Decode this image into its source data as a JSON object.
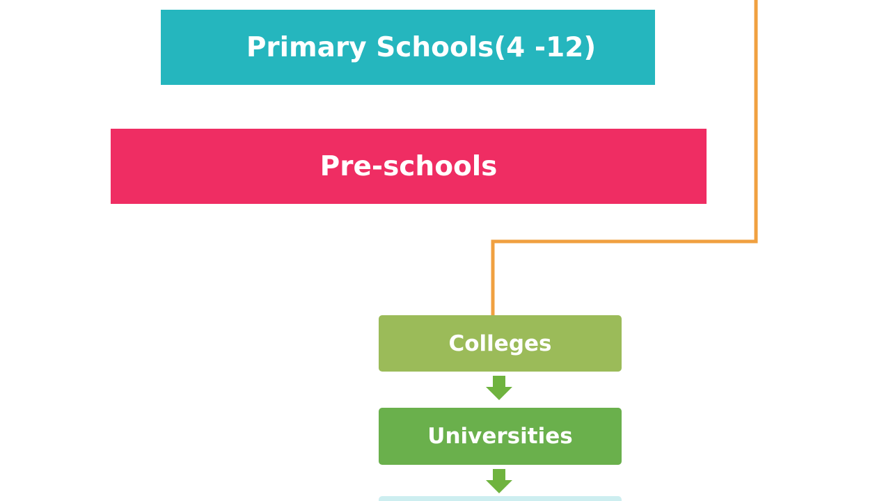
{
  "diagram": {
    "nodes": {
      "primary": {
        "label": "Primary Schools(4 -12)",
        "color": "#25b6be"
      },
      "preschools": {
        "label": "Pre-schools",
        "color": "#ef2d63"
      },
      "colleges": {
        "label": "Colleges",
        "color": "#9bbb59"
      },
      "universities": {
        "label": "Universities",
        "color": "#6ab04c"
      },
      "next": {
        "label": "",
        "color": "#cdeef0"
      }
    },
    "connector_color": "#f0a040",
    "arrow_color": "#6fb33f"
  }
}
